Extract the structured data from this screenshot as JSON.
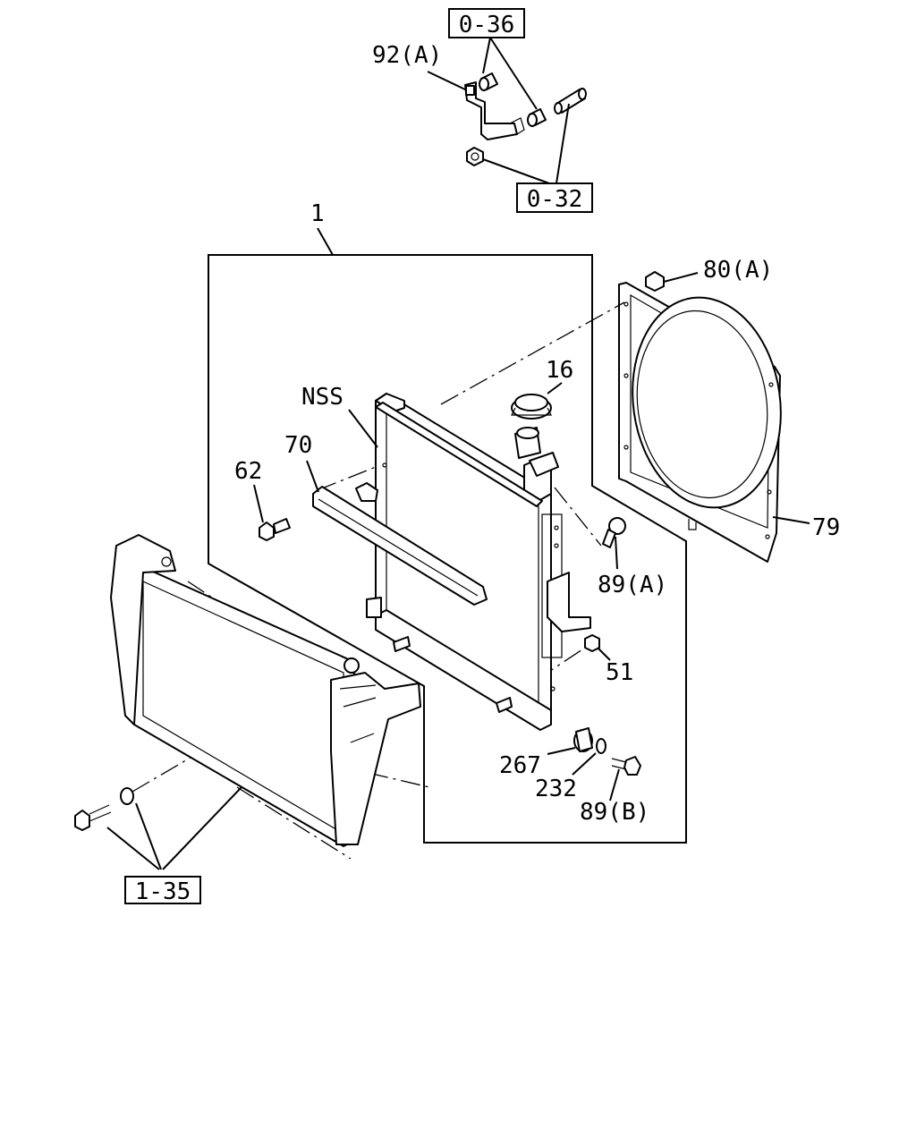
{
  "callouts": {
    "ref_0_36": "0-36",
    "ref_0_32": "0-32",
    "ref_1_35": "1-35",
    "p92a": "92(A)",
    "p1": "1",
    "p80a": "80(A)",
    "p16": "16",
    "nss": "NSS",
    "p70": "70",
    "p62": "62",
    "p79": "79",
    "p89a": "89(A)",
    "p51": "51",
    "p267": "267",
    "p232": "232",
    "p89b": "89(B)"
  }
}
